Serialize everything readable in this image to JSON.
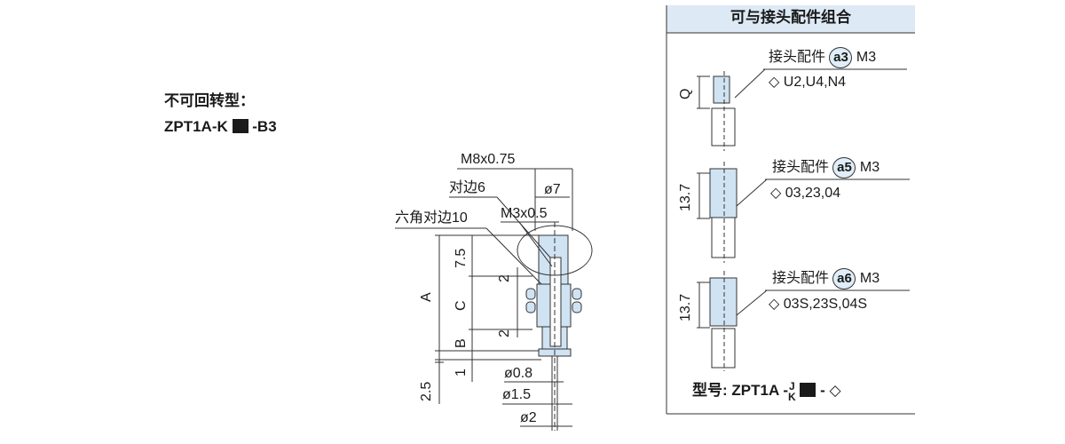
{
  "left": {
    "title": "不可回转型：",
    "model_prefix": "ZPT1A-K",
    "model_suffix": "-B3",
    "dims": {
      "thread": "M8x0.75",
      "width_across_flats": "对边6",
      "diameter7": "ø7",
      "hex": "六角对边10",
      "port": "M3x0.5",
      "d75": "7.5",
      "A": "A",
      "C": "C",
      "B": "B",
      "one": "1",
      "d25": "2.5",
      "two_top": "2",
      "two_bottom": "2",
      "d08": "ø0.8",
      "d15": "ø1.5",
      "d2": "ø2"
    }
  },
  "panel": {
    "header": "可与接头配件组合",
    "items": [
      {
        "label": "接头配件",
        "badge": "a3",
        "thread": "M3",
        "options": "U2,U4,N4",
        "dim": "Q"
      },
      {
        "label": "接头配件",
        "badge": "a5",
        "thread": "M3",
        "options": "03,23,04",
        "dim": "13.7"
      },
      {
        "label": "接头配件",
        "badge": "a6",
        "thread": "M3",
        "options": "03S,23S,04S",
        "dim": "13.7"
      }
    ],
    "footer": {
      "label": "型号:",
      "model": "ZPT1A -",
      "j": "J",
      "k": "K",
      "dash": "-",
      "diamond": "◇"
    },
    "diamond": "◇"
  },
  "colors": {
    "part_fill": "#cfe3f3",
    "header_fill": "#dde9f5",
    "line": "#333333"
  }
}
